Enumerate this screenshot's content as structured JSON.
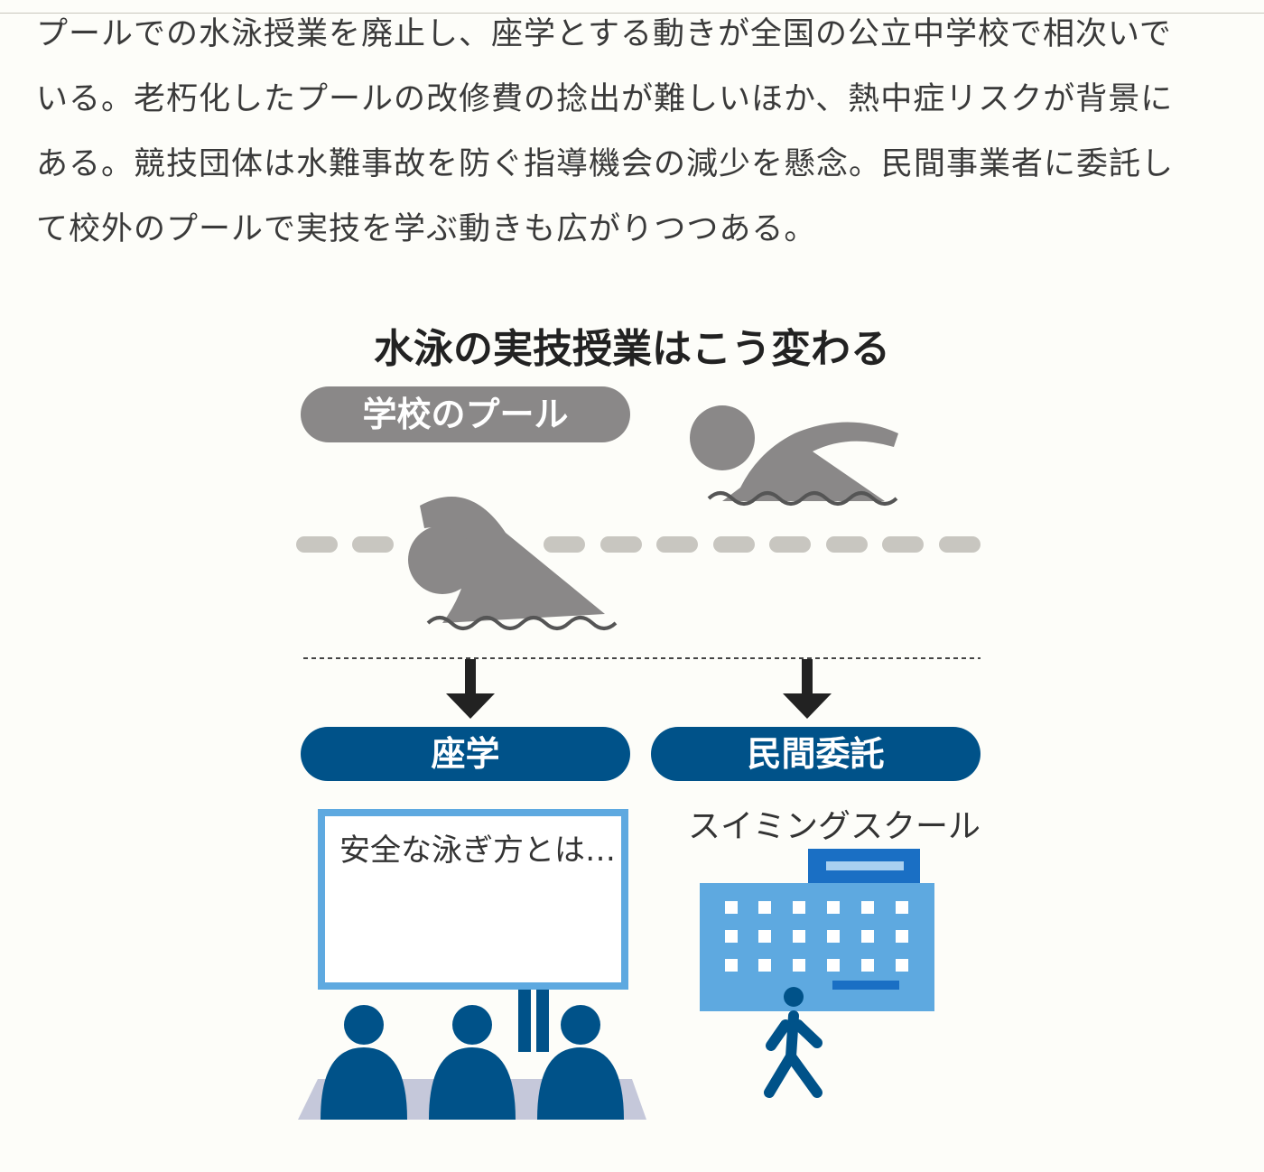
{
  "article": {
    "lines": [
      "プールでの水泳授業を廃止し、座学とする動きが全国の公立中学校で相次いで",
      "いる。老朽化したプールの改修費の捻出が難しいほか、熱中症リスクが背景に",
      "ある。競技団体は水難事故を防ぐ指導機会の減少を懸念。民間事業者に委託し",
      "て校外のプールで実技を学ぶ動きも広がりつつある。"
    ]
  },
  "infographic": {
    "title": "水泳の実技授業はこう変わる",
    "school_pool_label": "学校のプール",
    "classroom_label": "座学",
    "outsourcing_label": "民間委託",
    "board_text": "安全な泳ぎ方とは…",
    "swimming_school_label": "スイミングスクール",
    "colors": {
      "navy": "#005289",
      "light_blue": "#5ea9e0",
      "gray": "#8a8888"
    }
  }
}
